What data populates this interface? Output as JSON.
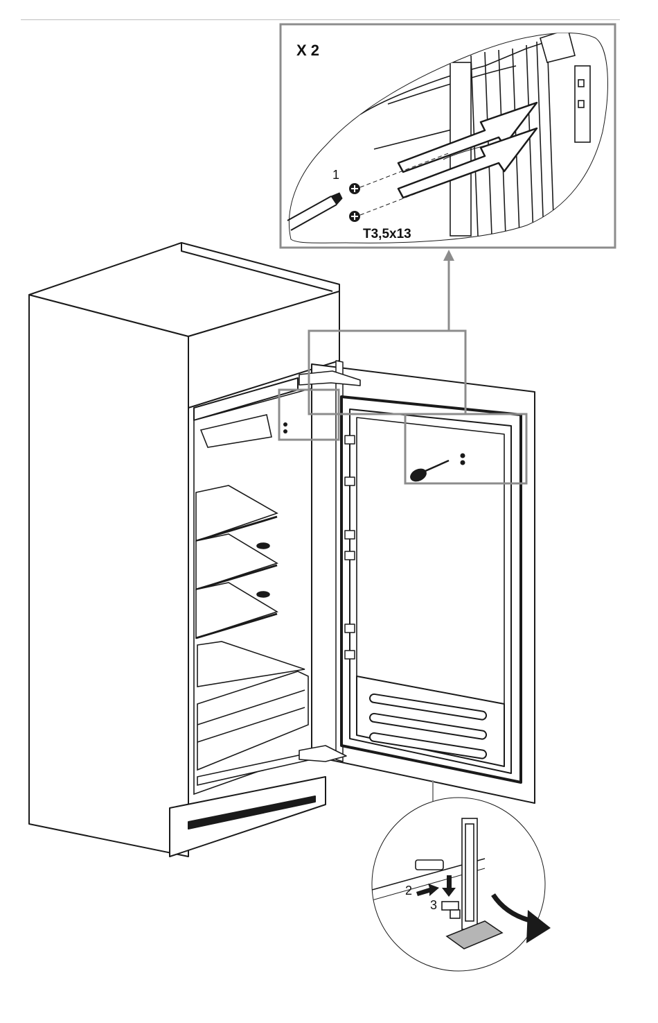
{
  "instruction": {
    "multiplier": "X 2",
    "screw_spec": "T3,5x13",
    "steps": [
      "1",
      "2",
      "3"
    ]
  },
  "colors": {
    "line": "#1a1a1a",
    "callout_frame": "#8c8c8c",
    "top_rule": "#bdbdbd"
  },
  "icons": [
    "screwdriver-icon",
    "screw-icon",
    "insert-arrow-icon",
    "rotate-arrow-icon",
    "hinge-icon"
  ]
}
